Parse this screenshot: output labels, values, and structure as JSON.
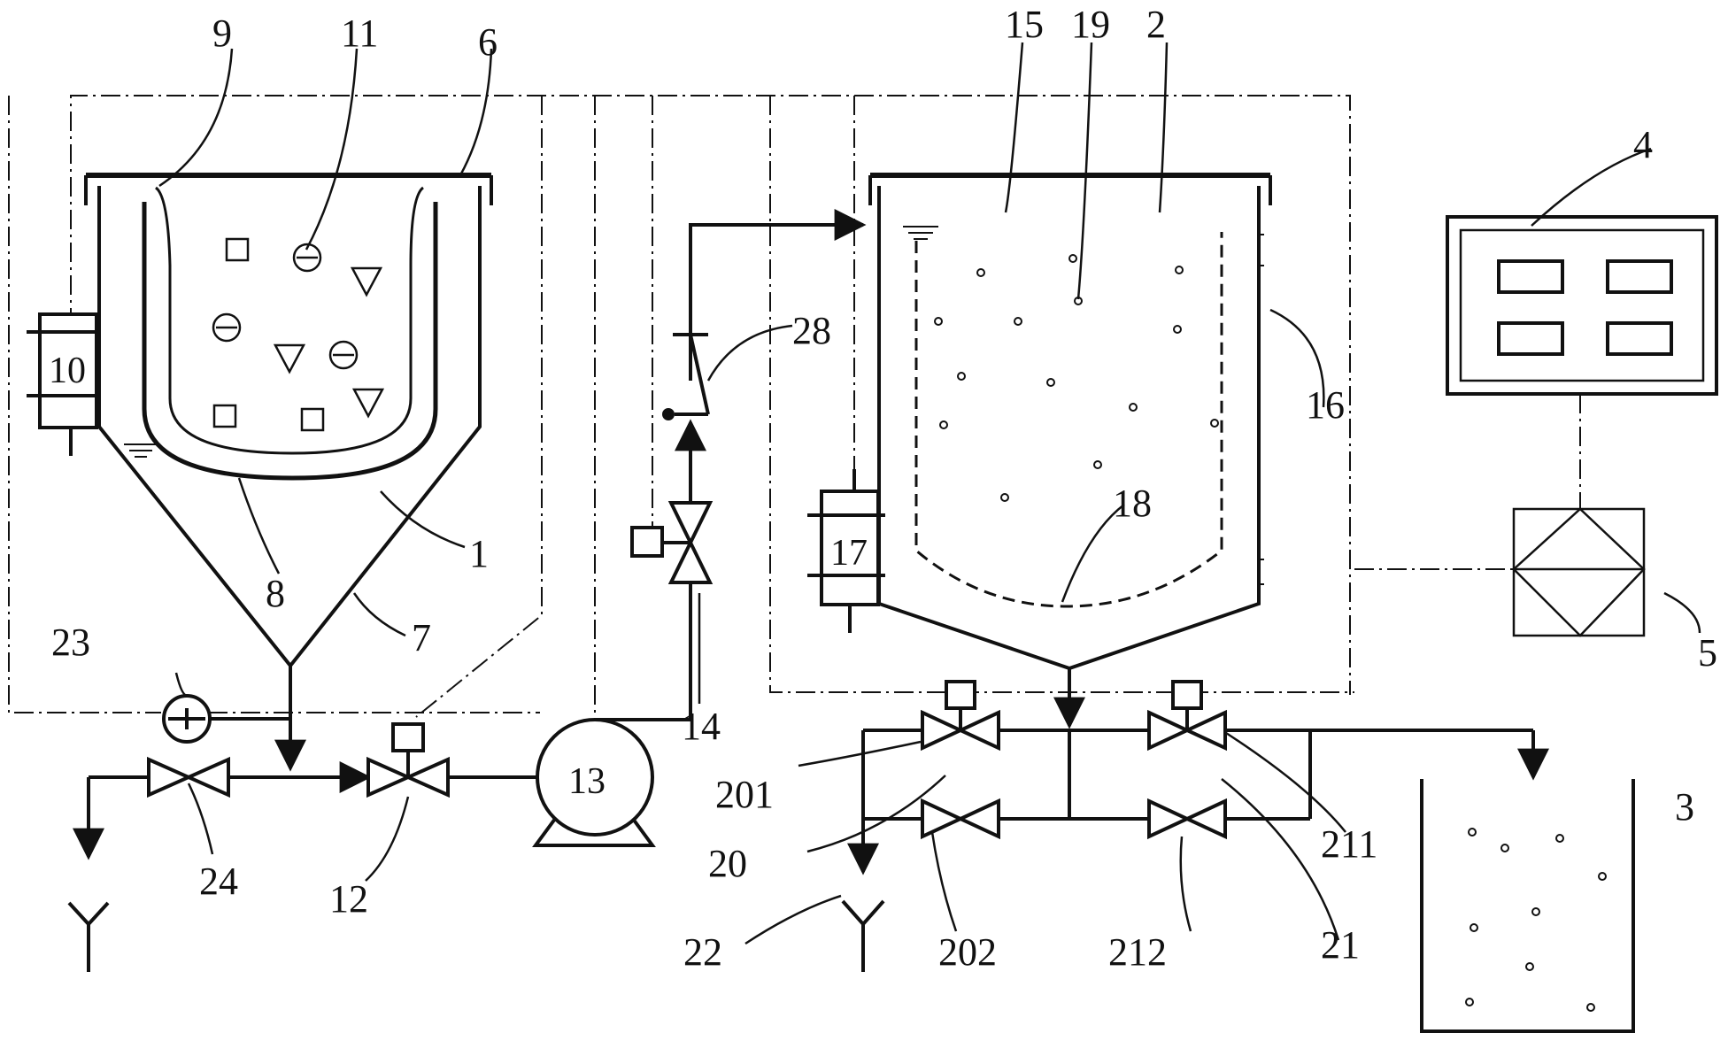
{
  "labels": {
    "n1": "1",
    "n2": "2",
    "n3": "3",
    "n4": "4",
    "n5": "5",
    "n6": "6",
    "n7": "7",
    "n8": "8",
    "n9": "9",
    "n10": "10",
    "n11": "11",
    "n12": "12",
    "n13": "13",
    "n14": "14",
    "n15": "15",
    "n16": "16",
    "n17": "17",
    "n18": "18",
    "n19": "19",
    "n20": "20",
    "n21": "21",
    "n22": "22",
    "n23": "23",
    "n24": "24",
    "n28": "28",
    "n201": "201",
    "n202": "202",
    "n211": "211",
    "n212": "212"
  },
  "colors": {
    "ink": "#111111",
    "background": "#ffffff"
  }
}
